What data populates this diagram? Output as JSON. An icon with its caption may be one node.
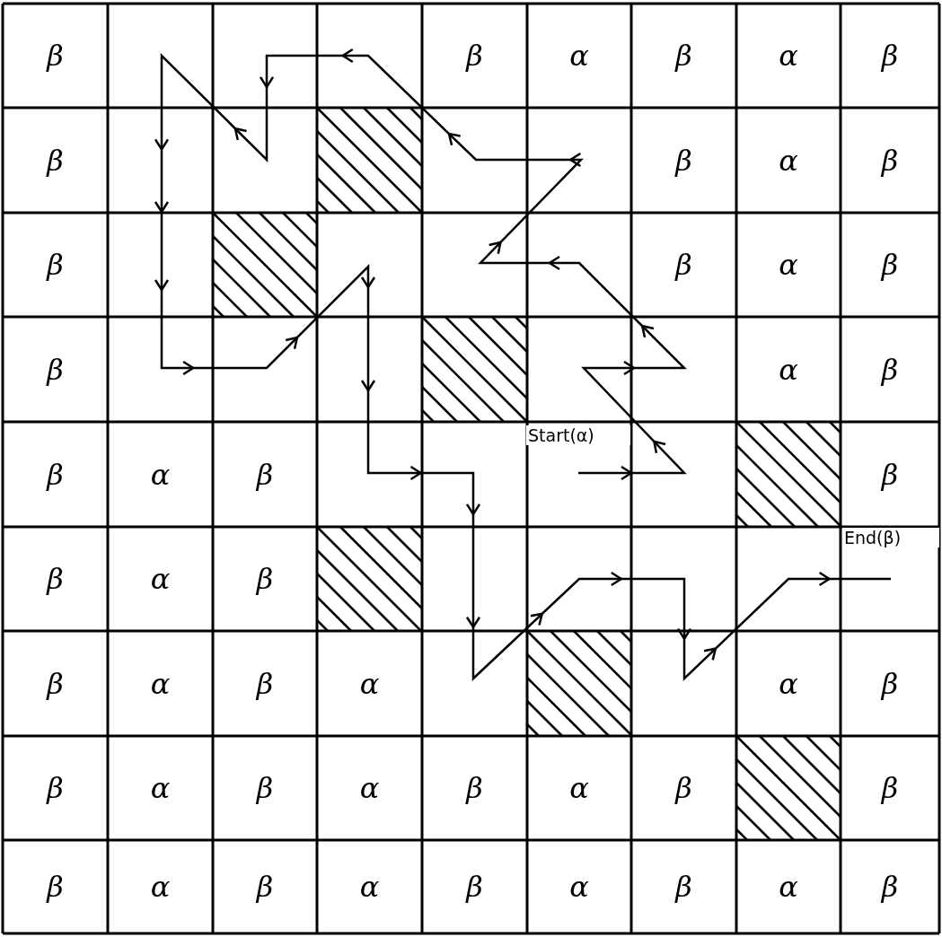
{
  "diagram": {
    "nodes": [
      {
        "text": [
          "Start(α)"
        ]
      },
      {
        "text": [
          "End(β)"
        ]
      }
    ],
    "edges": [
      {
        "from": 0,
        "to": 1,
        "arrow": "to"
      }
    ],
    "labels": [
      "β",
      "β",
      "α",
      "β",
      "α",
      "β",
      "β",
      "β",
      "α",
      "β",
      "β",
      "β",
      "α",
      "β",
      "β",
      "α",
      "β",
      "β",
      "α",
      "β",
      "β",
      "β",
      "α",
      "β",
      "β",
      "α",
      "β",
      "α",
      "α",
      "β",
      "β",
      "α",
      "β",
      "α",
      "β",
      "α",
      "β",
      "β",
      "β",
      "α",
      "β",
      "α",
      "β",
      "α",
      "β",
      "α",
      "β"
    ]
  }
}
